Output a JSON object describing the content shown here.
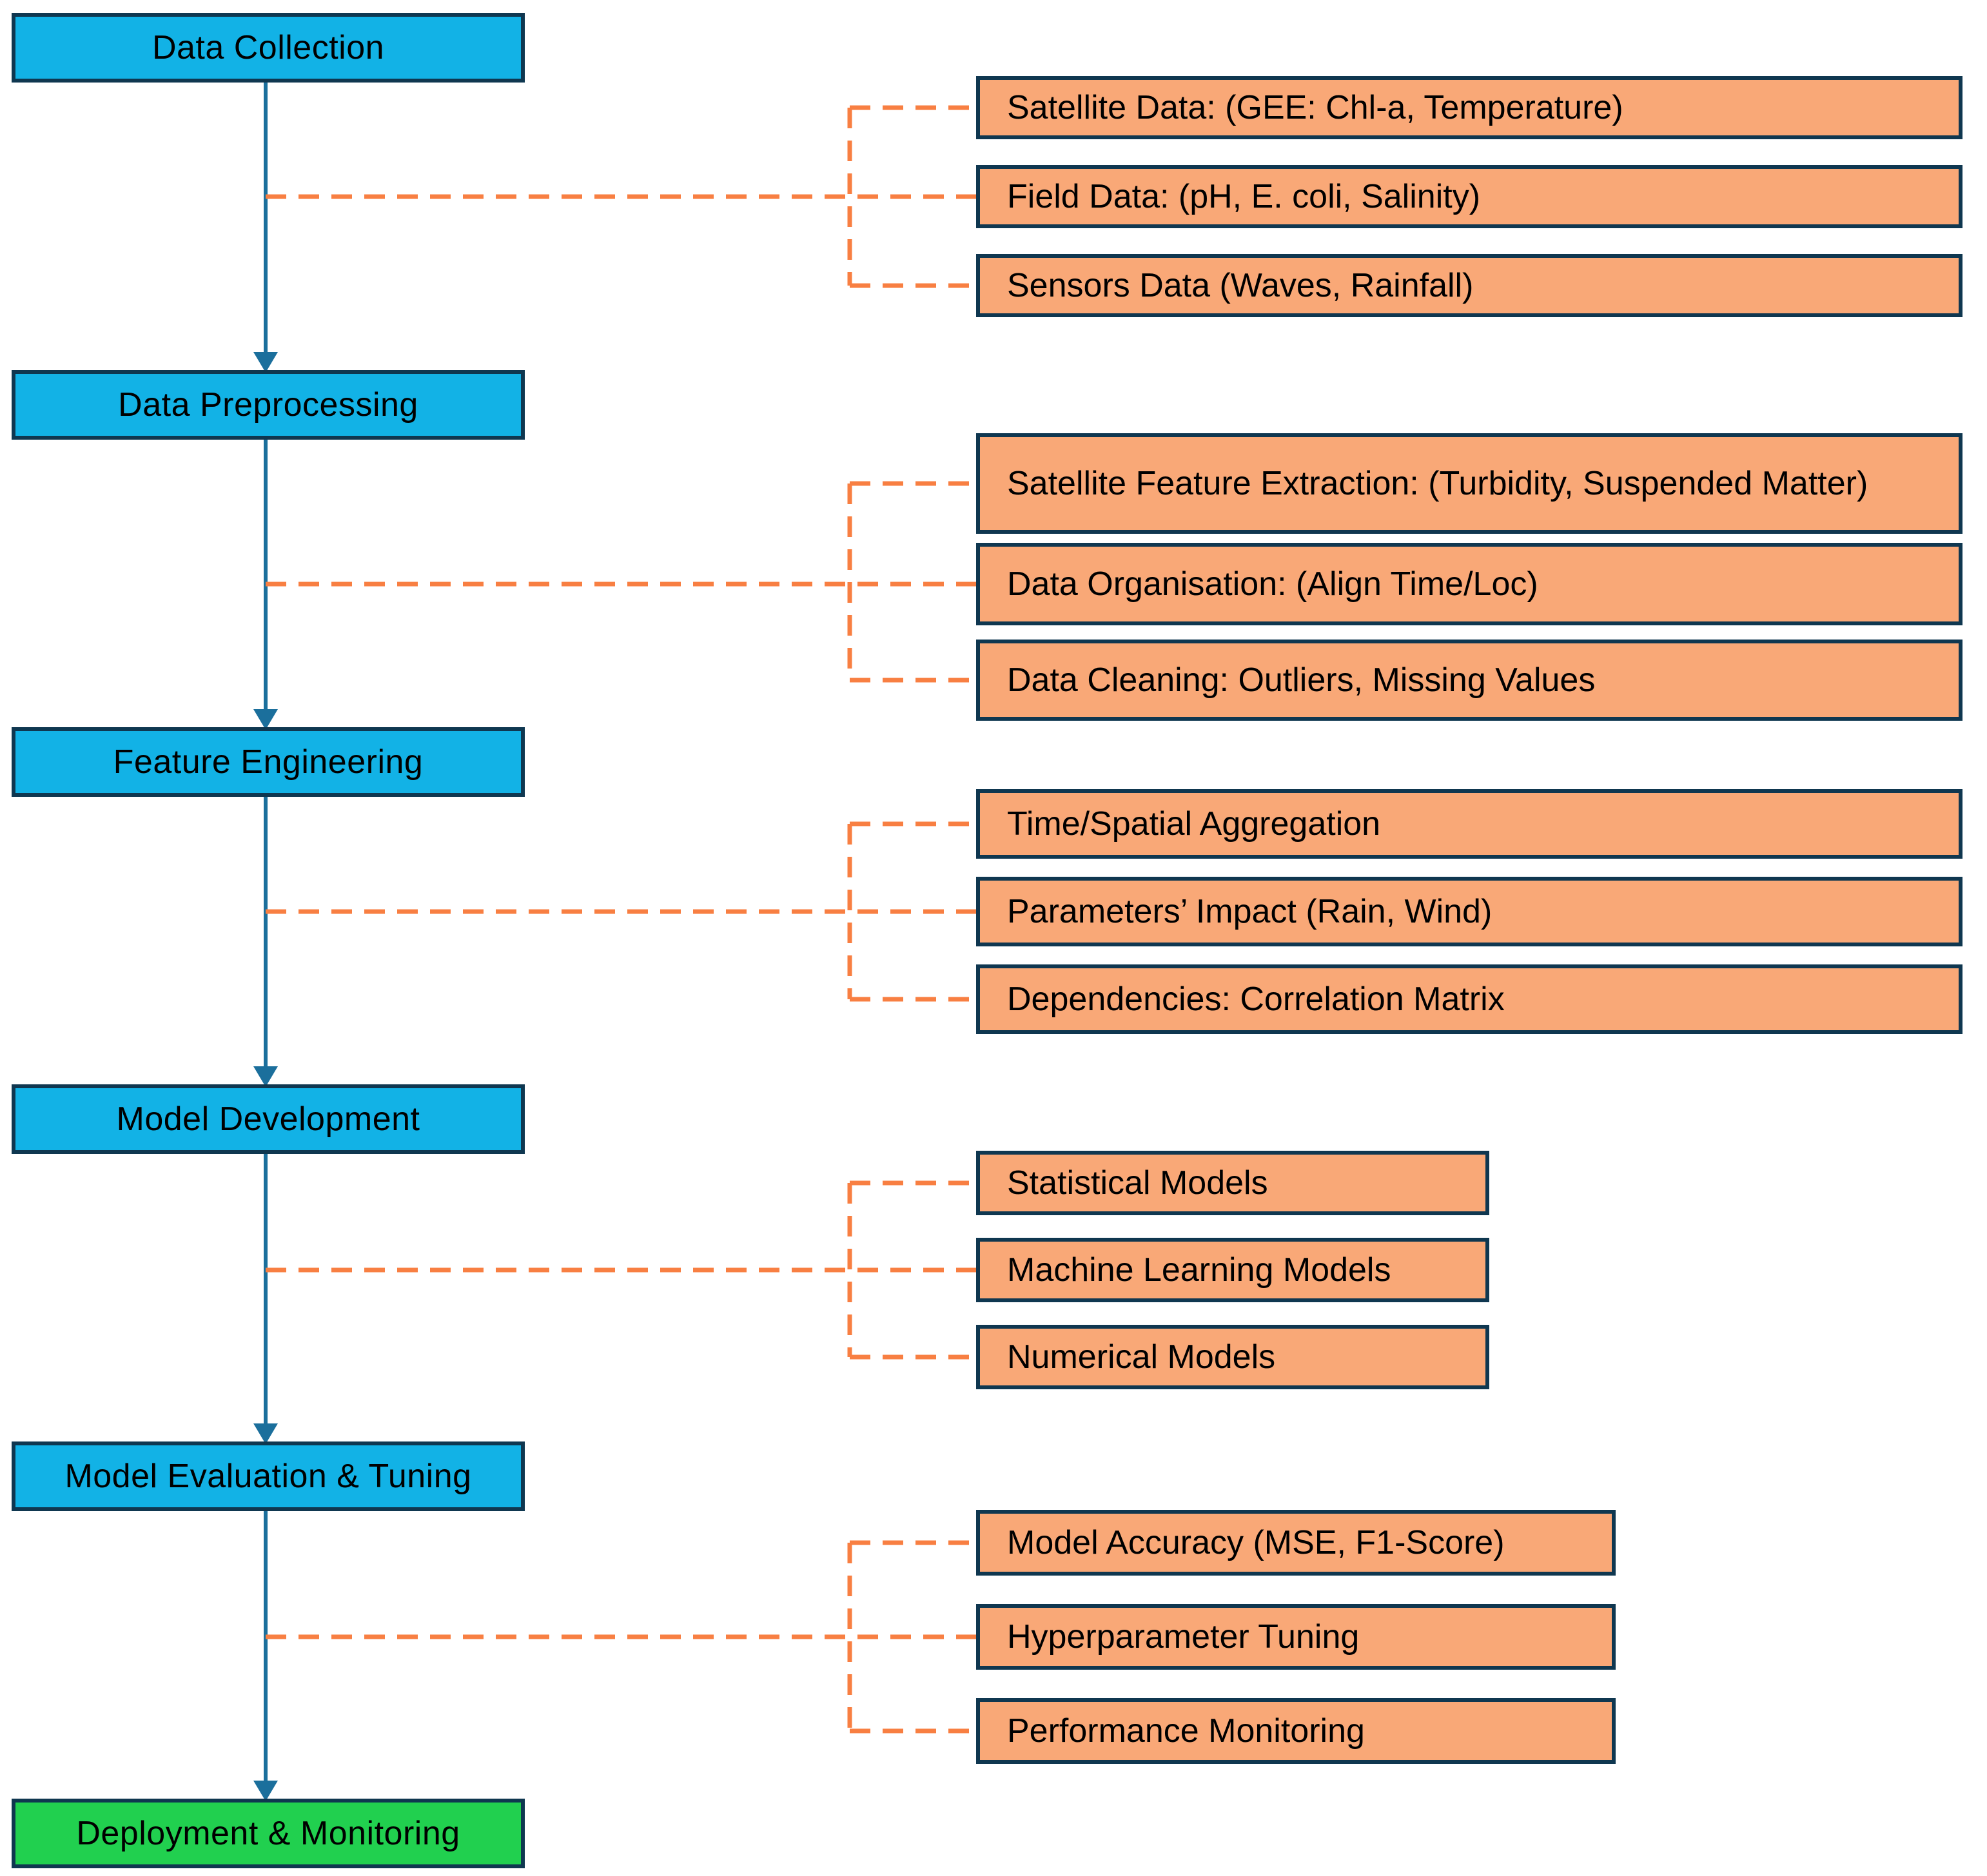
{
  "flowchart": {
    "stages": [
      {
        "label": "Data Collection",
        "details": [
          "Satellite Data: (GEE: Chl-a, Temperature)",
          "Field Data: (pH, E. coli, Salinity)",
          "Sensors Data (Waves, Rainfall)"
        ]
      },
      {
        "label": "Data Preprocessing",
        "details": [
          "Satellite Feature Extraction: (Turbidity, Suspended Matter)",
          "Data Organisation: (Align Time/Loc)",
          "Data Cleaning: Outliers, Missing Values"
        ]
      },
      {
        "label": "Feature Engineering",
        "details": [
          "Time/Spatial Aggregation",
          "Parameters’ Impact (Rain, Wind)",
          "Dependencies: Correlation Matrix"
        ]
      },
      {
        "label": "Model Development",
        "details": [
          "Statistical Models",
          "Machine Learning Models",
          "Numerical Models"
        ]
      },
      {
        "label": "Model Evaluation & Tuning",
        "details": [
          "Model Accuracy (MSE, F1-Score)",
          "Hyperparameter Tuning",
          "Performance Monitoring"
        ]
      },
      {
        "label": "Deployment & Monitoring",
        "details": []
      }
    ],
    "colors": {
      "stage_fill": "#12b2e6",
      "terminal_fill": "#21d04f",
      "detail_fill": "#f9a877",
      "connector_dashed": "#f87f42",
      "flow_arrow": "#1b6f9c",
      "box_border": "#0f3750"
    }
  }
}
